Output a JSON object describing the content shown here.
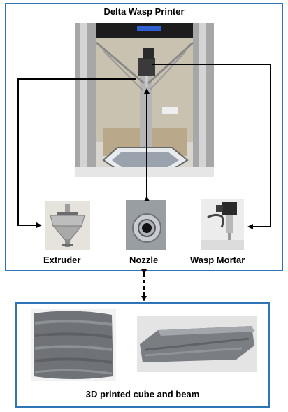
{
  "title": "Delta Wasp Printer",
  "components": {
    "extruder": "Extruder",
    "nozzle": "Nozzle",
    "mortar": "Wasp Mortar"
  },
  "output": {
    "caption": "3D printed cube and beam"
  },
  "colors": {
    "frame": "#2e75b6",
    "arrow": "#000000"
  }
}
